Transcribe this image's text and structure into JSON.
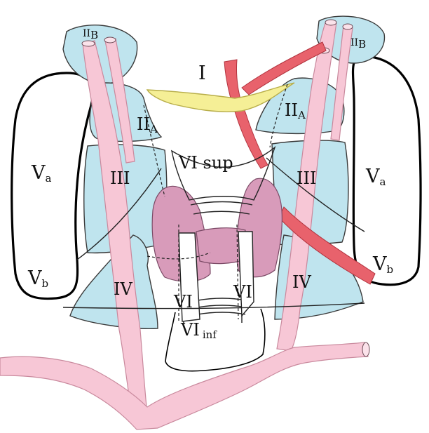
{
  "colors": {
    "lymph_zone": "#bfe4ee",
    "vessel": "#f7c7d6",
    "vessel_stroke": "#c9899d",
    "artery": "#e8626c",
    "thyroid": "#d89bba",
    "hyoid": "#f5ef96",
    "outline": "#000000"
  },
  "labels": {
    "level_1": "I",
    "level_2a_left": "IIA",
    "level_2a_right": "IIA",
    "level_2b_left": "IIB",
    "level_2b_right": "IIB",
    "level_3_left": "III",
    "level_3_right": "III",
    "level_4_left": "IV",
    "level_4_right": "IV",
    "level_5a_left": "Va",
    "level_5a_right": "Va",
    "level_5b_left": "Vb",
    "level_5b_right": "Vb",
    "level_6_sup": "VI sup",
    "level_6_left": "VI",
    "level_6_right": "VI",
    "level_6_inf": "VI inf"
  },
  "label_parts": {
    "IIA": {
      "main": "II",
      "sub": "A"
    },
    "IIB": {
      "main": "II",
      "sub": "B"
    },
    "Va": {
      "main": "V",
      "sub": "a"
    },
    "Vb": {
      "main": "V",
      "sub": "b"
    },
    "VI_inf": {
      "main": "VI",
      "sub": "inf"
    }
  }
}
